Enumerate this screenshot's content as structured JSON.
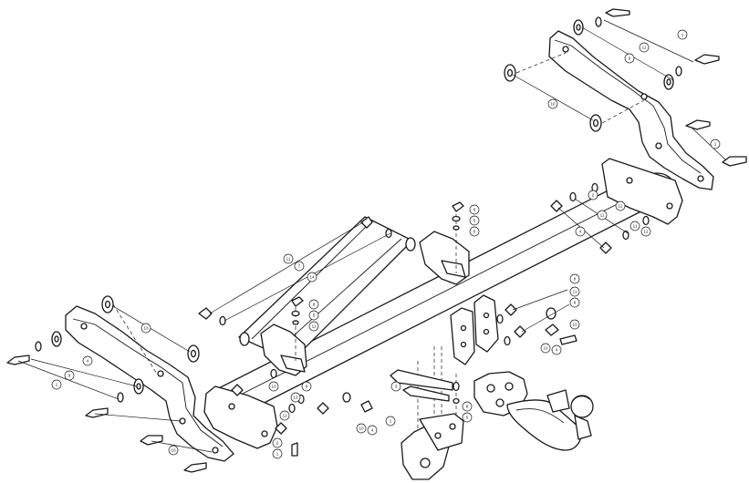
{
  "callouts": [
    {
      "id": "c1",
      "label": "1"
    },
    {
      "id": "c2",
      "label": "11"
    },
    {
      "id": "c3",
      "label": "9"
    },
    {
      "id": "c4",
      "label": "10"
    },
    {
      "id": "c5",
      "label": "1"
    },
    {
      "id": "c6",
      "label": "4"
    },
    {
      "id": "c7",
      "label": "2"
    },
    {
      "id": "c8",
      "label": "11"
    },
    {
      "id": "c9",
      "label": "12"
    },
    {
      "id": "c10",
      "label": "8"
    },
    {
      "id": "c11",
      "label": "5"
    },
    {
      "id": "c12",
      "label": "6"
    },
    {
      "id": "c13",
      "label": "11"
    },
    {
      "id": "c14",
      "label": "7"
    },
    {
      "id": "c15",
      "label": "14"
    },
    {
      "id": "c16",
      "label": "13"
    },
    {
      "id": "c17",
      "label": "8"
    },
    {
      "id": "c18",
      "label": "8"
    },
    {
      "id": "c19",
      "label": "5"
    },
    {
      "id": "c20",
      "label": "11"
    },
    {
      "id": "c21",
      "label": "8"
    },
    {
      "id": "c22",
      "label": "11"
    },
    {
      "id": "c23",
      "label": "12"
    },
    {
      "id": "c24",
      "label": "10"
    },
    {
      "id": "c25",
      "label": "4"
    },
    {
      "id": "c26",
      "label": "3"
    },
    {
      "id": "c27",
      "label": "13"
    },
    {
      "id": "c28",
      "label": "9"
    },
    {
      "id": "c29",
      "label": "11"
    },
    {
      "id": "c30",
      "label": "1"
    },
    {
      "id": "c31",
      "label": "1"
    },
    {
      "id": "c32",
      "label": "4"
    },
    {
      "id": "c33",
      "label": "9"
    },
    {
      "id": "c34",
      "label": "10"
    },
    {
      "id": "c35",
      "label": "2"
    },
    {
      "id": "c36",
      "label": "1"
    },
    {
      "id": "c37",
      "label": "8"
    },
    {
      "id": "c38",
      "label": "5"
    },
    {
      "id": "c39",
      "label": "10"
    },
    {
      "id": "c40",
      "label": "4"
    },
    {
      "id": "c41",
      "label": "12"
    },
    {
      "id": "c42",
      "label": "11"
    },
    {
      "id": "c43",
      "label": "13"
    }
  ]
}
